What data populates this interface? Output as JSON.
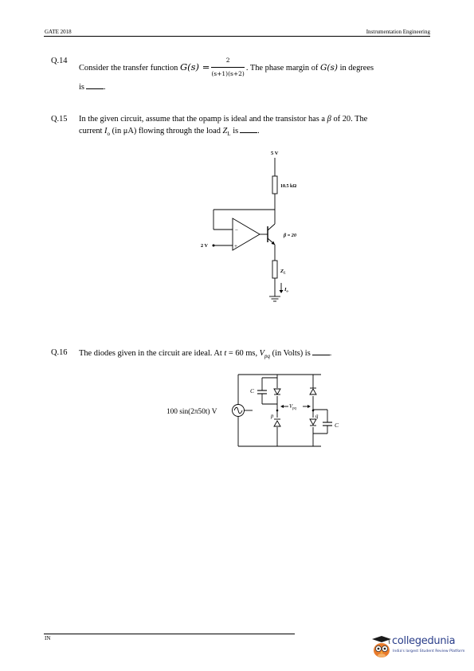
{
  "header": {
    "left": "GATE 2018",
    "right": "Instrumentation Engineering"
  },
  "q14": {
    "number": "Q.14",
    "text_before": "Consider the transfer function",
    "func": "G(s) =",
    "frac_num": "2",
    "frac_den": "(s+1)(s+2)",
    "text_mid": ". The phase margin of",
    "func2": "G(s)",
    "text_after": "in degrees",
    "line2": "is"
  },
  "q15": {
    "number": "Q.15",
    "line1_a": "In the given circuit, assume that the opamp is ideal and the transistor has a",
    "beta": "β",
    "line1_b": "of 20. The",
    "line2_a": "current",
    "io": "I",
    "io_sub": "o",
    "line2_b": "(in μA) flowing through the load",
    "zl": "Z",
    "zl_sub": "L",
    "line2_c": "is",
    "circuit": {
      "supply": "5 V",
      "resistor": "10.5 kΩ",
      "beta_label": "β = 20",
      "input": "2 V",
      "minus": "−",
      "plus": "+",
      "load": "Z",
      "load_sub": "L",
      "current": "I",
      "current_sub": "o"
    }
  },
  "q16": {
    "number": "Q.16",
    "line1_a": "The diodes given in the circuit are ideal. At",
    "t": "t",
    "line1_b": "= 60 ms,",
    "vpq": "V",
    "vpq_sub": "pq",
    "line1_c": "(in Volts) is",
    "circuit": {
      "source": "100 sin(2π50t) V",
      "cap_left": "C",
      "cap_right": "C",
      "vpq": "V",
      "vpq_sub": "pq",
      "p": "p",
      "q": "q"
    }
  },
  "footer": {
    "left": "IN",
    "logo_name": "collegedunia",
    "logo_tag": "India's largest Student Review Platform"
  }
}
